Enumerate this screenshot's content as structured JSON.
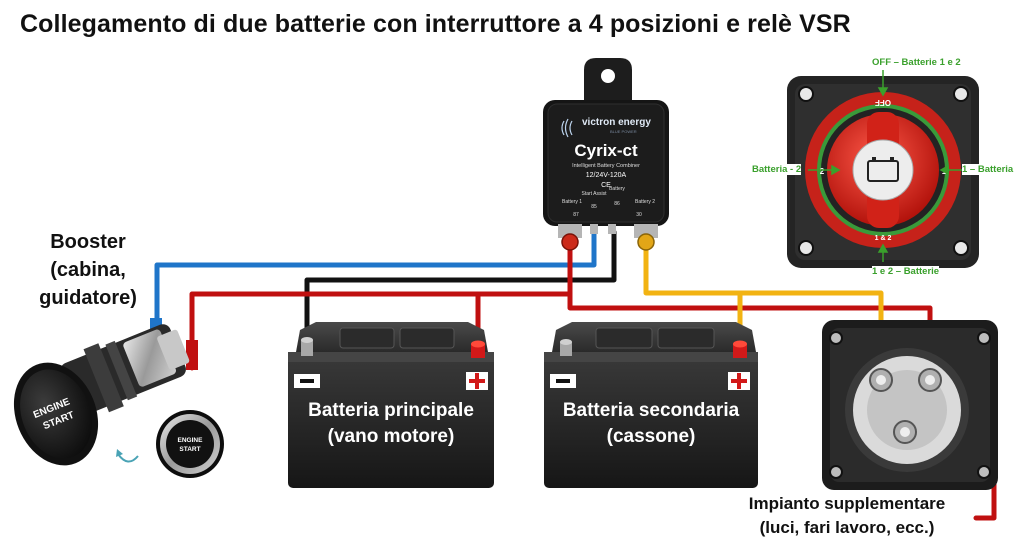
{
  "title": "Collegamento di due batterie con interruttore a 4 posizioni e relè VSR",
  "booster": {
    "line1": "Booster",
    "line2": "(cabina,",
    "line3": "guidatore)",
    "button_text_line1": "ENGINE",
    "button_text_line2": "START"
  },
  "battery_main": {
    "line1": "Batteria principale",
    "line2": "(vano motore)",
    "neg": "–",
    "pos": "+"
  },
  "battery_secondary": {
    "line1": "Batteria secondaria",
    "line2": "(cassone)",
    "neg": "–",
    "pos": "+"
  },
  "relay": {
    "brand": "victron energy",
    "brand_tagline": "BLUE POWER",
    "model": "Cyrix-ct",
    "subtitle": "Intelligent Battery Combiner",
    "rating": "12/24V-120A",
    "mark": "CE",
    "term_b1": "Battery 1",
    "term_b1_num": "87",
    "term_start": "Start Assist",
    "term_start_num": "85",
    "term_batt": "Battery",
    "term_batt_num": "86",
    "term_b2": "Battery 2",
    "term_b2_num": "30"
  },
  "switch_labels": {
    "off": "OFF – Batterie 1 e 2",
    "batt2": "Batteria - 2",
    "batt1": "1 – Batteria",
    "both": "1 e 2 – Batterie",
    "dial_off": "OFF",
    "dial_2": "2",
    "dial_1": "1",
    "dial_both": "1 & 2"
  },
  "impianto": {
    "line1": "Impianto supplementare",
    "line2": "(luci, fari lavoro, ecc.)"
  },
  "colors": {
    "wire_blue": "#1f75c9",
    "wire_black": "#111111",
    "wire_red": "#c01010",
    "wire_yellow": "#f2b312",
    "label_green": "#3aa02c"
  }
}
